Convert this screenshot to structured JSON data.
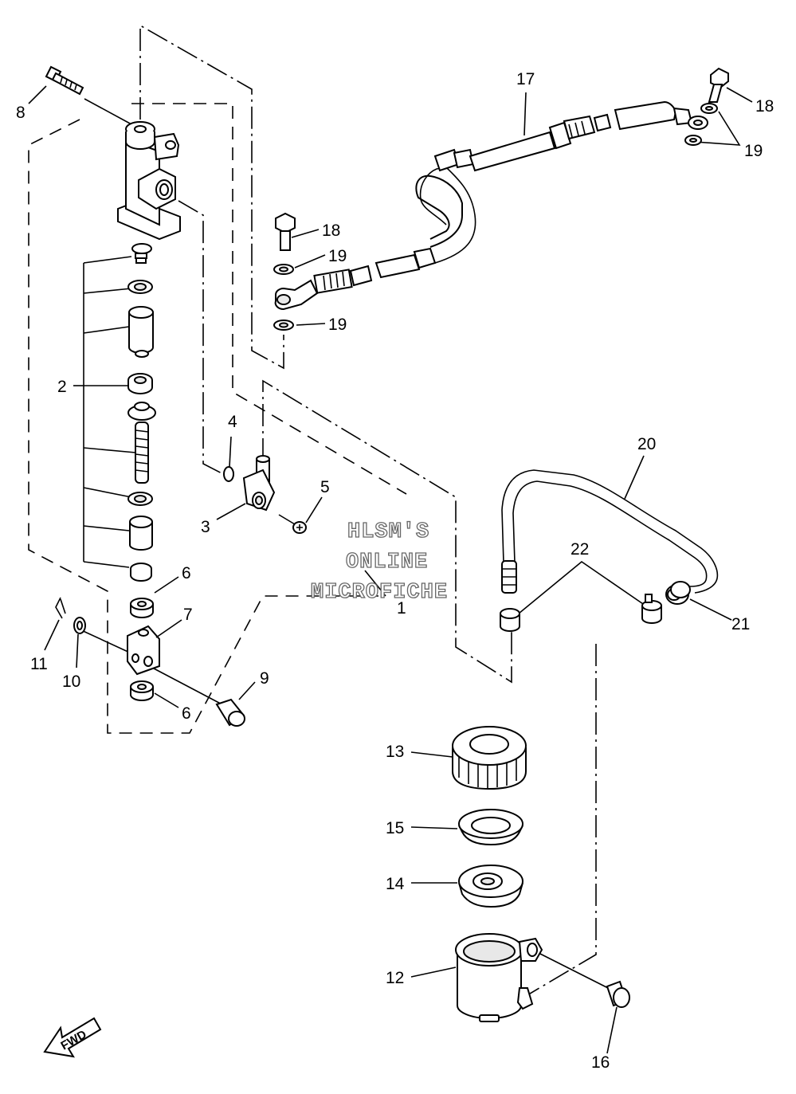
{
  "callouts": {
    "c1": "1",
    "c2": "2",
    "c3": "3",
    "c4": "4",
    "c5": "5",
    "c6a": "6",
    "c6b": "6",
    "c7": "7",
    "c8": "8",
    "c9": "9",
    "c10": "10",
    "c11": "11",
    "c12": "12",
    "c13": "13",
    "c14": "14",
    "c15": "15",
    "c16": "16",
    "c17": "17",
    "c18a": "18",
    "c18b": "18",
    "c19a": "19",
    "c19b": "19",
    "c19c": "19",
    "c20": "20",
    "c21": "21",
    "c22": "22"
  },
  "watermark": {
    "line1": "HLSM'S",
    "line2": "ONLINE",
    "line3": "MICROFICHE"
  },
  "direction_label": "FWD"
}
